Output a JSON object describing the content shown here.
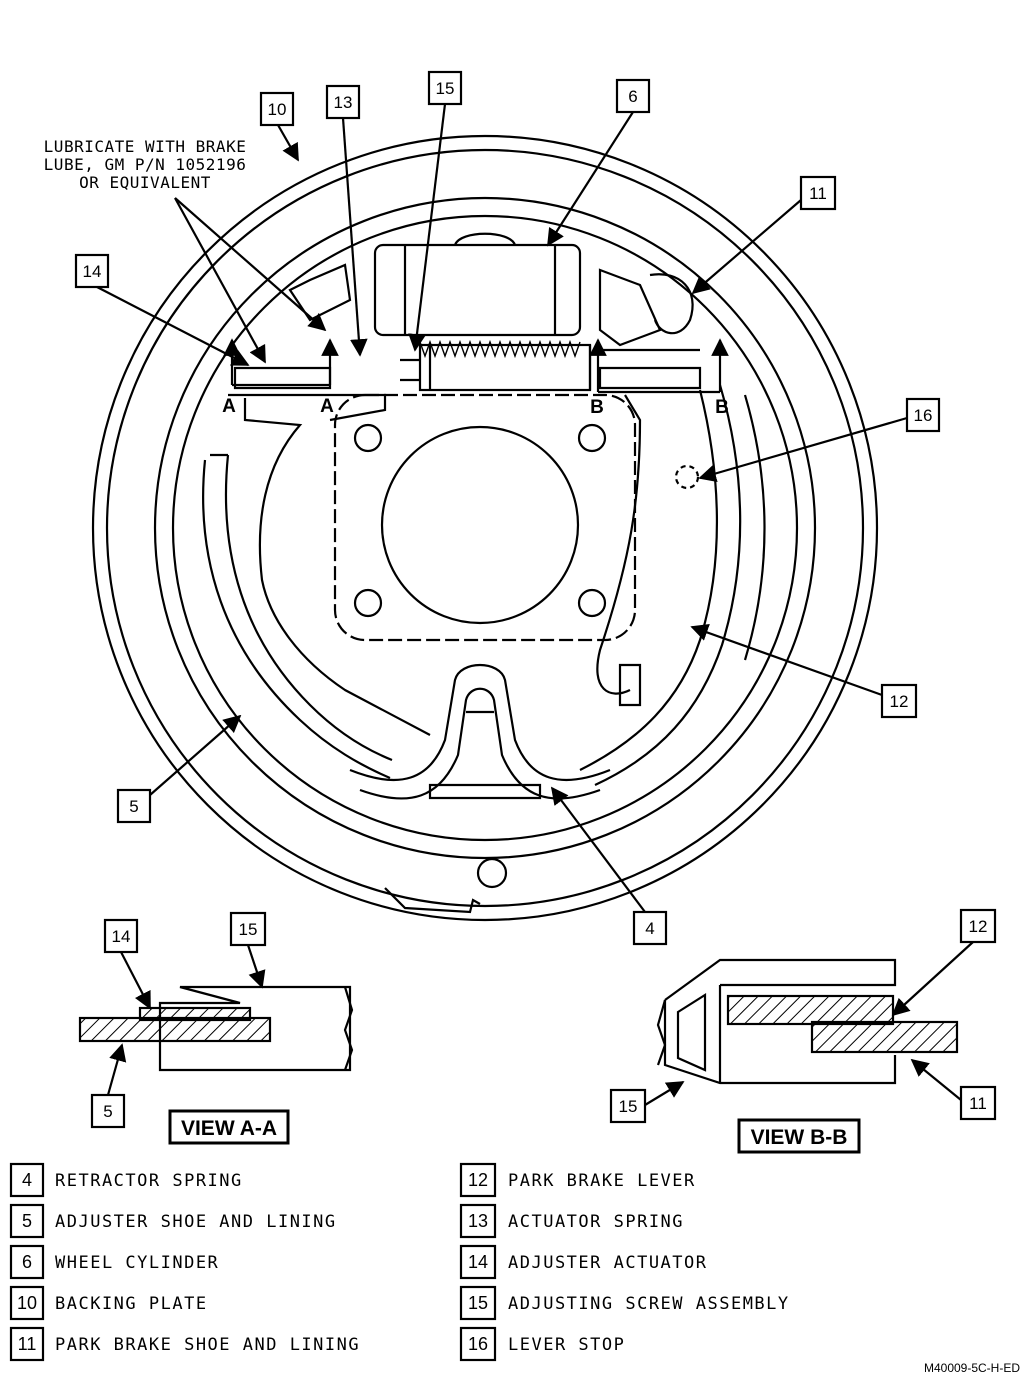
{
  "callouts": {
    "c4": "4",
    "c5": "5",
    "c6": "6",
    "c10": "10",
    "c11": "11",
    "c12": "12",
    "c13": "13",
    "c14": "14",
    "c15": "15",
    "c16": "16",
    "aa14": "14",
    "aa15": "15",
    "aa5": "5",
    "bb12": "12",
    "bb15": "15",
    "bb11": "11"
  },
  "note": {
    "line1": "LUBRICATE WITH BRAKE",
    "line2": "LUBE, GM P/N 1052196",
    "line3": "OR EQUIVALENT"
  },
  "section_marks": {
    "a1": "A",
    "a2": "A",
    "b1": "B",
    "b2": "B"
  },
  "views": {
    "aa": "VIEW A-A",
    "bb": "VIEW B-B"
  },
  "legend": [
    {
      "num": "4",
      "label": "RETRACTOR SPRING"
    },
    {
      "num": "5",
      "label": "ADJUSTER SHOE AND LINING"
    },
    {
      "num": "6",
      "label": "WHEEL CYLINDER"
    },
    {
      "num": "10",
      "label": "BACKING PLATE"
    },
    {
      "num": "11",
      "label": "PARK BRAKE SHOE AND LINING"
    },
    {
      "num": "12",
      "label": "PARK BRAKE LEVER"
    },
    {
      "num": "13",
      "label": "ACTUATOR SPRING"
    },
    {
      "num": "14",
      "label": "ADJUSTER ACTUATOR"
    },
    {
      "num": "15",
      "label": "ADJUSTING SCREW ASSEMBLY"
    },
    {
      "num": "16",
      "label": "LEVER STOP"
    }
  ],
  "figure_code": "M40009-5C-H-ED"
}
